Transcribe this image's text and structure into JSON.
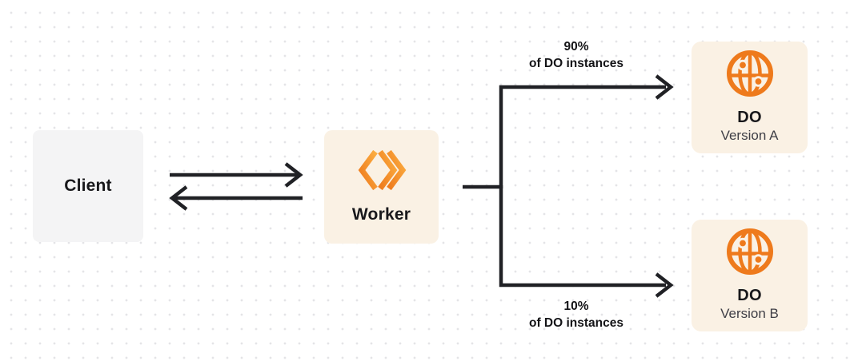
{
  "diagram": {
    "nodes": {
      "client": {
        "label": "Client"
      },
      "worker": {
        "label": "Worker",
        "icon": "cloudflare-workers-icon"
      },
      "do_version_a": {
        "title": "DO",
        "subtitle": "Version A",
        "icon": "durable-object-globe-icon"
      },
      "do_version_b": {
        "title": "DO",
        "subtitle": "Version B",
        "icon": "durable-object-globe-icon"
      }
    },
    "split_labels": {
      "top": {
        "percent": "90%",
        "caption": "of DO instances"
      },
      "bottom": {
        "percent": "10%",
        "caption": "of DO instances"
      }
    },
    "colors": {
      "accent_orange": "#F6821F",
      "accent_orange_deep": "#EE7A1C",
      "accent_orange_light": "#FBAD41",
      "node_cream": "#FAF1E4",
      "node_gray": "#F4F4F5",
      "line_dark": "#202125",
      "text_dark": "#18181B",
      "text_muted": "#3F3F46",
      "dot_grid": "#E4E4E7"
    }
  }
}
